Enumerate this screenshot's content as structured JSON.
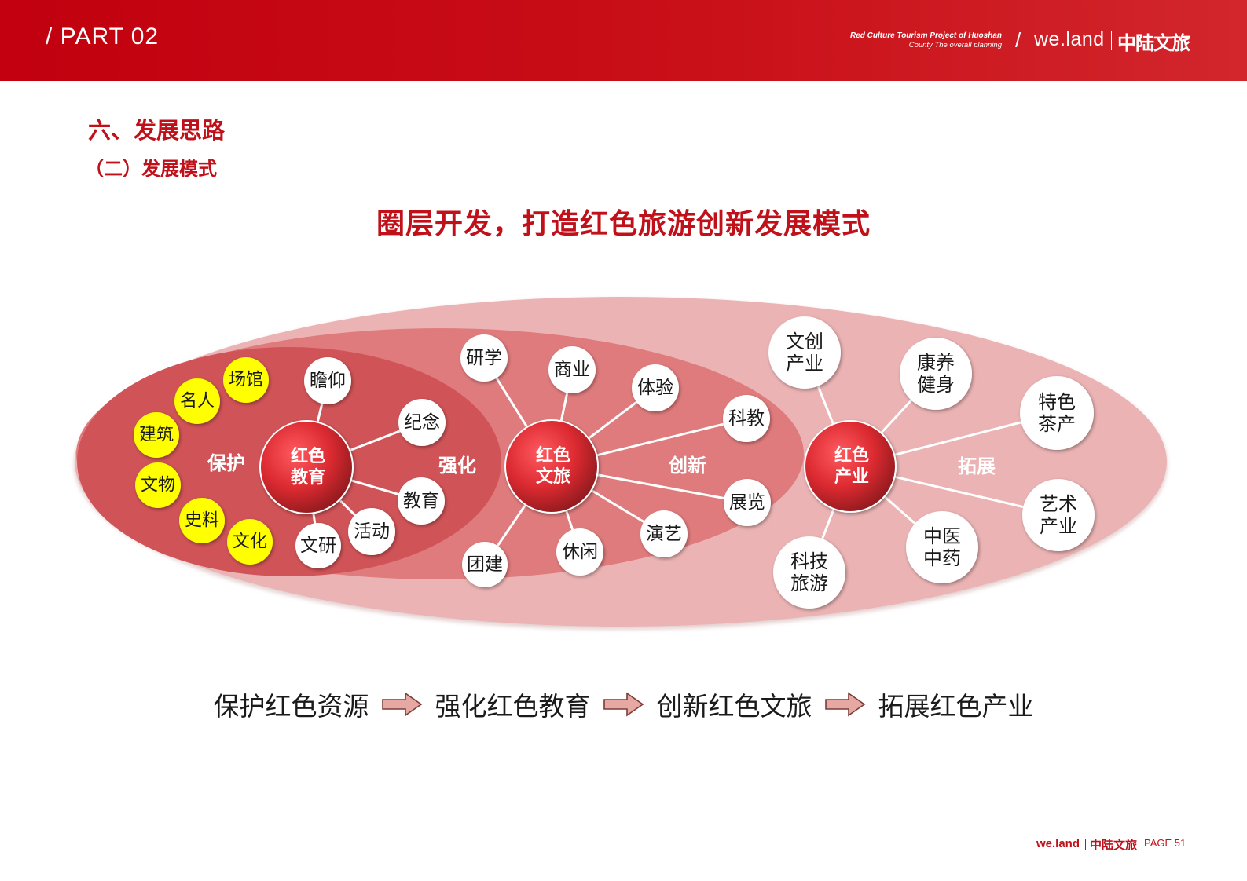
{
  "header": {
    "part": "/ PART 02",
    "project_line1": "Red Culture Tourism Project of Huoshan",
    "project_line2": "County The overall planning",
    "slash": "/",
    "brand_en": "we.land",
    "brand_cn": "中陆文旅"
  },
  "section_title": "六、发展思路",
  "subsection_title": "（二）发展模式",
  "main_title": "圈层开发，打造红色旅游创新发展模式",
  "diagram": {
    "cores": [
      {
        "id": "core-education",
        "line1": "红色",
        "line2": "教育"
      },
      {
        "id": "core-tourism",
        "line1": "红色",
        "line2": "文旅"
      },
      {
        "id": "core-industry",
        "line1": "红色",
        "line2": "产业"
      }
    ],
    "layer_labels": [
      "保护",
      "强化",
      "创新",
      "拓展"
    ],
    "yellow_items": [
      "场馆",
      "名人",
      "建筑",
      "文物",
      "史料",
      "文化"
    ],
    "education_items": [
      "瞻仰",
      "纪念",
      "教育",
      "活动",
      "文研"
    ],
    "tourism_items": [
      "研学",
      "商业",
      "体验",
      "科教",
      "展览",
      "演艺",
      "休闲",
      "团建"
    ],
    "industry_items": [
      {
        "line1": "文创",
        "line2": "产业"
      },
      {
        "line1": "康养",
        "line2": "健身"
      },
      {
        "line1": "特色",
        "line2": "茶产"
      },
      {
        "line1": "艺术",
        "line2": "产业"
      },
      {
        "line1": "中医",
        "line2": "中药"
      },
      {
        "line1": "科技",
        "line2": "旅游"
      }
    ]
  },
  "flow": [
    "保护红色资源",
    "强化红色教育",
    "创新红色文旅",
    "拓展红色产业"
  ],
  "footer": {
    "brand_en": "we.land",
    "brand_cn": "中陆文旅",
    "page": "PAGE  51"
  },
  "colors": {
    "header_red": "#c2000f",
    "title_red": "#c0101a",
    "outer_ellipse": "#ebb3b4",
    "middle_ellipse": "#df7b7d",
    "inner_ellipse": "#d05357",
    "core_red": "#e8323a",
    "yellow": "#ffff00"
  }
}
